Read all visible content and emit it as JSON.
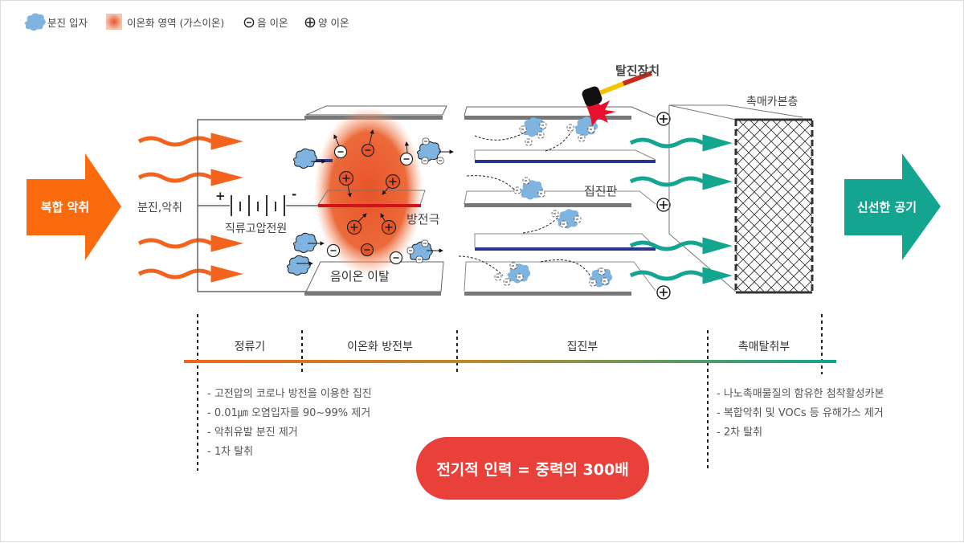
{
  "legend": {
    "dust": "분진 입자",
    "ion_zone": "이온화 영역 (가스이온)",
    "neg_ion": "음 이온",
    "pos_ion": "양 이온"
  },
  "inlet_arrow": "복합 악취",
  "outlet_arrow": "신선한 공기",
  "labels": {
    "dust_odor": "분진,악취",
    "power": "직류고압전원",
    "power_plus": "+",
    "power_minus": "-",
    "electrode": "방전극",
    "neg_release": "음이온 이탈",
    "collector_plate": "집진판",
    "rapper": "탈진장치",
    "carbon_layer": "촉매카본층"
  },
  "sections": [
    "정류기",
    "이온화 방전부",
    "집진부",
    "촉매탈취부"
  ],
  "bullets_left": [
    "- 고전압의 코로나 방전을 이용한 집진",
    "- 0.01㎛ 오염입자를 90~99% 제거",
    "- 악취유발 분진 제거",
    "- 1차 탈취"
  ],
  "bullets_right": [
    "- 나노촉매물질의 함유한 첨착활성카본",
    "- 복합악취 및 VOCs 등 유해가스 제거",
    "- 2차 탈취"
  ],
  "highlight": "전기적 인력 = 중력의 300배",
  "colors": {
    "orange": "#f2641e",
    "teal": "#13a58f",
    "red_pill": "#e9413a",
    "dust": "#7fb4e0",
    "plate_blue": "#2b3590"
  }
}
